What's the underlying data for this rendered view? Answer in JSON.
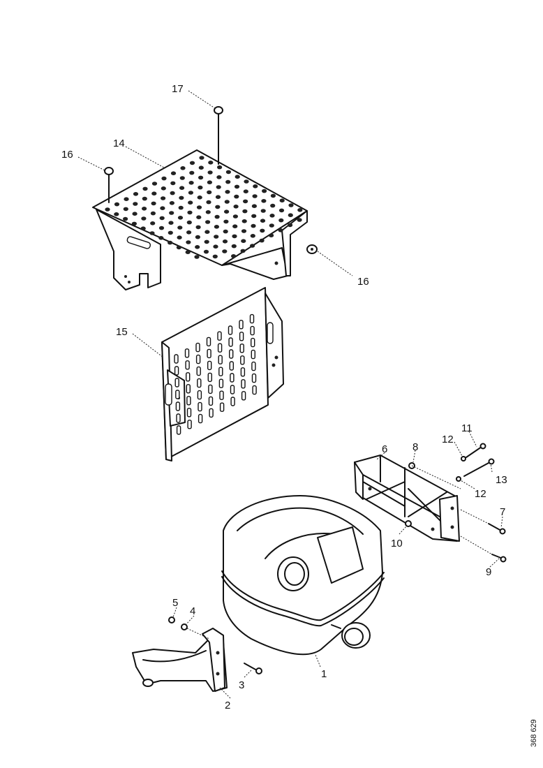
{
  "parts": [
    {
      "id": "p1",
      "label": "1"
    },
    {
      "id": "p2",
      "label": "2"
    },
    {
      "id": "p3",
      "label": "3"
    },
    {
      "id": "p4",
      "label": "4"
    },
    {
      "id": "p5",
      "label": "5"
    },
    {
      "id": "p6",
      "label": "6"
    },
    {
      "id": "p7",
      "label": "7"
    },
    {
      "id": "p8",
      "label": "8"
    },
    {
      "id": "p9",
      "label": "9"
    },
    {
      "id": "p10",
      "label": "10"
    },
    {
      "id": "p11",
      "label": "11"
    },
    {
      "id": "p12a",
      "label": "12"
    },
    {
      "id": "p12b",
      "label": "12"
    },
    {
      "id": "p13",
      "label": "13"
    },
    {
      "id": "p14",
      "label": "14"
    },
    {
      "id": "p15",
      "label": "15"
    },
    {
      "id": "p16a",
      "label": "16"
    },
    {
      "id": "p16b",
      "label": "16"
    },
    {
      "id": "p17",
      "label": "17"
    }
  ],
  "document_id": "368 629"
}
